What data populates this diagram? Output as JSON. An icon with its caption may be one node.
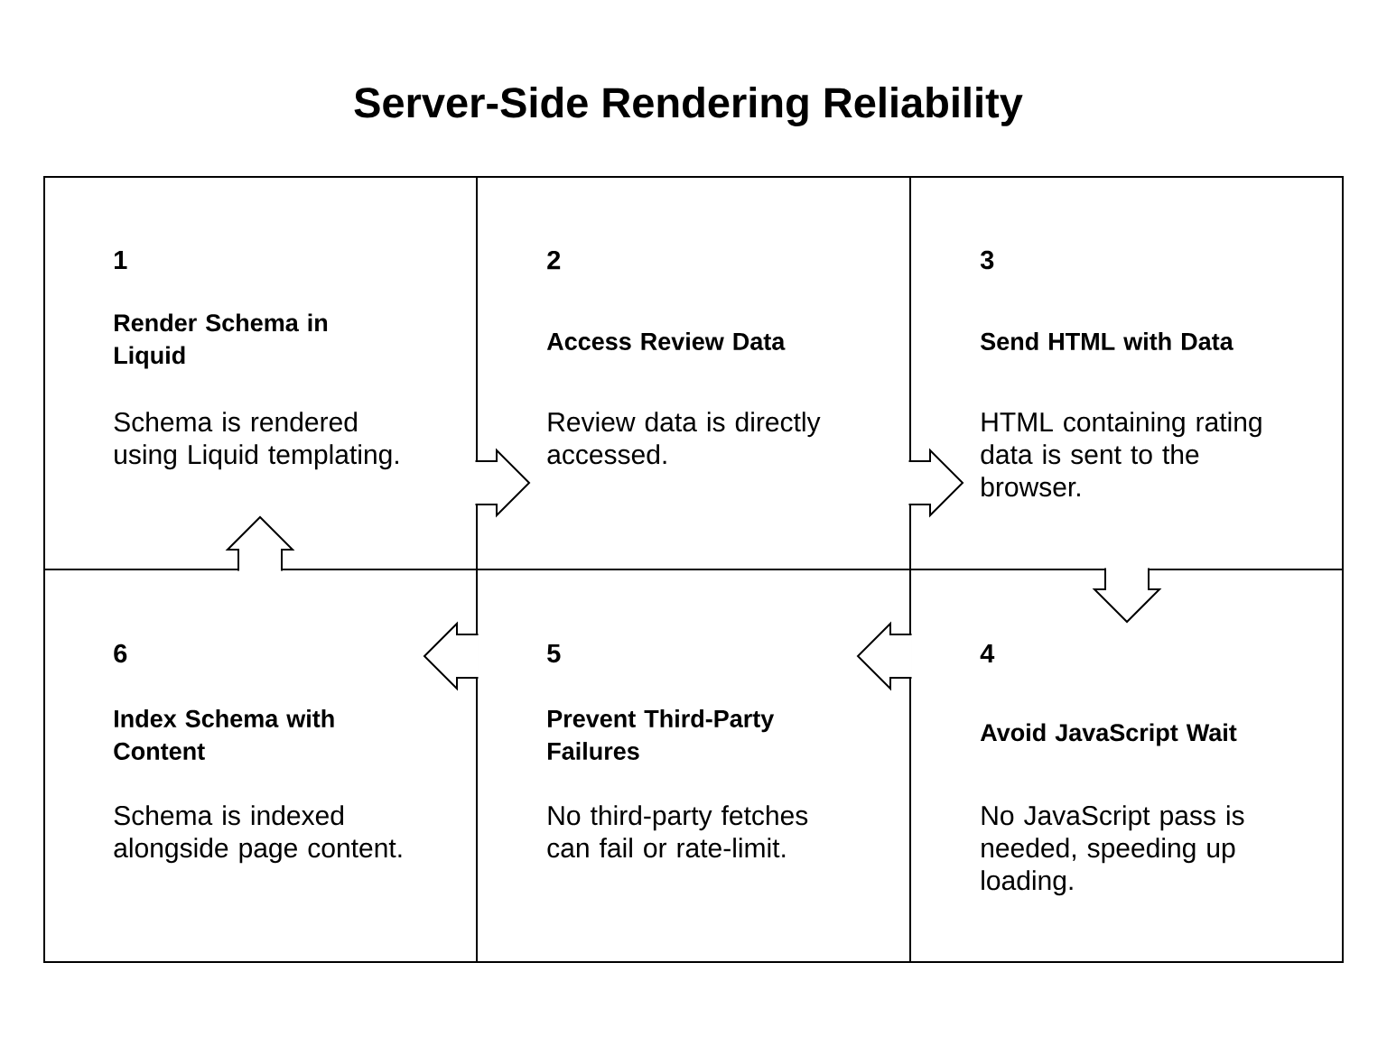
{
  "diagram": {
    "title": "Server-Side Rendering Reliability",
    "nodes": [
      {
        "text": [
          "1",
          "Render Schema in Liquid",
          "Schema is rendered using Liquid templating."
        ]
      },
      {
        "text": [
          "2",
          "Access Review Data",
          "Review data is directly accessed."
        ]
      },
      {
        "text": [
          "3",
          "Send HTML with Data",
          "HTML containing rating data is sent to the browser."
        ]
      },
      {
        "text": [
          "4",
          "Avoid JavaScript Wait",
          "No JavaScript pass is needed, speeding up loading."
        ]
      },
      {
        "text": [
          "5",
          "Prevent Third-Party Failures",
          "No third-party fetches can fail or rate-limit."
        ]
      },
      {
        "text": [
          "6",
          "Index Schema with Content",
          "Schema is indexed alongside page content."
        ]
      }
    ],
    "edges": [
      {
        "from": 0,
        "to": 1,
        "arrow": "to"
      },
      {
        "from": 1,
        "to": 2,
        "arrow": "to"
      },
      {
        "from": 2,
        "to": 3,
        "arrow": "to"
      },
      {
        "from": 3,
        "to": 4,
        "arrow": "to"
      },
      {
        "from": 4,
        "to": 5,
        "arrow": "to"
      },
      {
        "from": 5,
        "to": 0,
        "arrow": "to"
      }
    ]
  }
}
